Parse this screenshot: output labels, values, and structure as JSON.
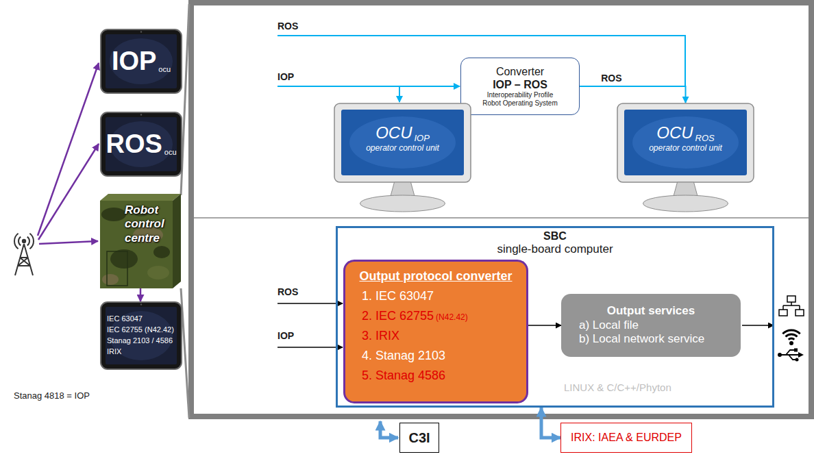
{
  "diagram": {
    "nodes": [
      {
        "text": [
          "IOP",
          "ocu"
        ]
      },
      {
        "text": [
          "ROS",
          "ocu"
        ]
      },
      {
        "text": [
          "Robot control centre"
        ]
      },
      {
        "text": [
          "IEC 63047",
          "IEC 62755 (N42.42)",
          "Stanag 2103 / 4586",
          "IRIX"
        ]
      },
      {
        "text": [
          "Converter",
          "IOP – ROS",
          "Interoperability Profile",
          "Robot Operating System"
        ]
      },
      {
        "text": [
          "OCU",
          "IOP",
          "operator control unit"
        ]
      },
      {
        "text": [
          "OCU",
          "ROS",
          "operator control unit"
        ]
      },
      {
        "text": [
          "SBC",
          "single-board computer",
          "LINUX & C/C++/Phyton"
        ]
      },
      {
        "text": [
          "Output protocol converter",
          "1. IEC 63047",
          "2. IEC 62755",
          "(N42.42)",
          "3. IRIX",
          "4. Stanag 2103",
          "5. Stanag 4586"
        ],
        "in": 7
      },
      {
        "text": [
          "Output services",
          "a) Local file",
          "b) Local network service"
        ],
        "in": 7
      },
      {
        "text": [
          "C3I"
        ]
      },
      {
        "text": [
          "IRIX: IAEA & EURDEP"
        ]
      }
    ],
    "edges": [
      {
        "from": 2,
        "to": 3,
        "arrow": "to"
      },
      {
        "from": 4,
        "to": 6,
        "label": "ROS",
        "arrow": "to"
      },
      {
        "from": 8,
        "to": 9,
        "arrow": "to"
      },
      {
        "from": 7,
        "to": 11,
        "arrow": "both"
      }
    ],
    "labels": [
      "ROS",
      "IOP",
      "ROS",
      "IOP",
      "Stanag 4818 = IOP"
    ]
  }
}
